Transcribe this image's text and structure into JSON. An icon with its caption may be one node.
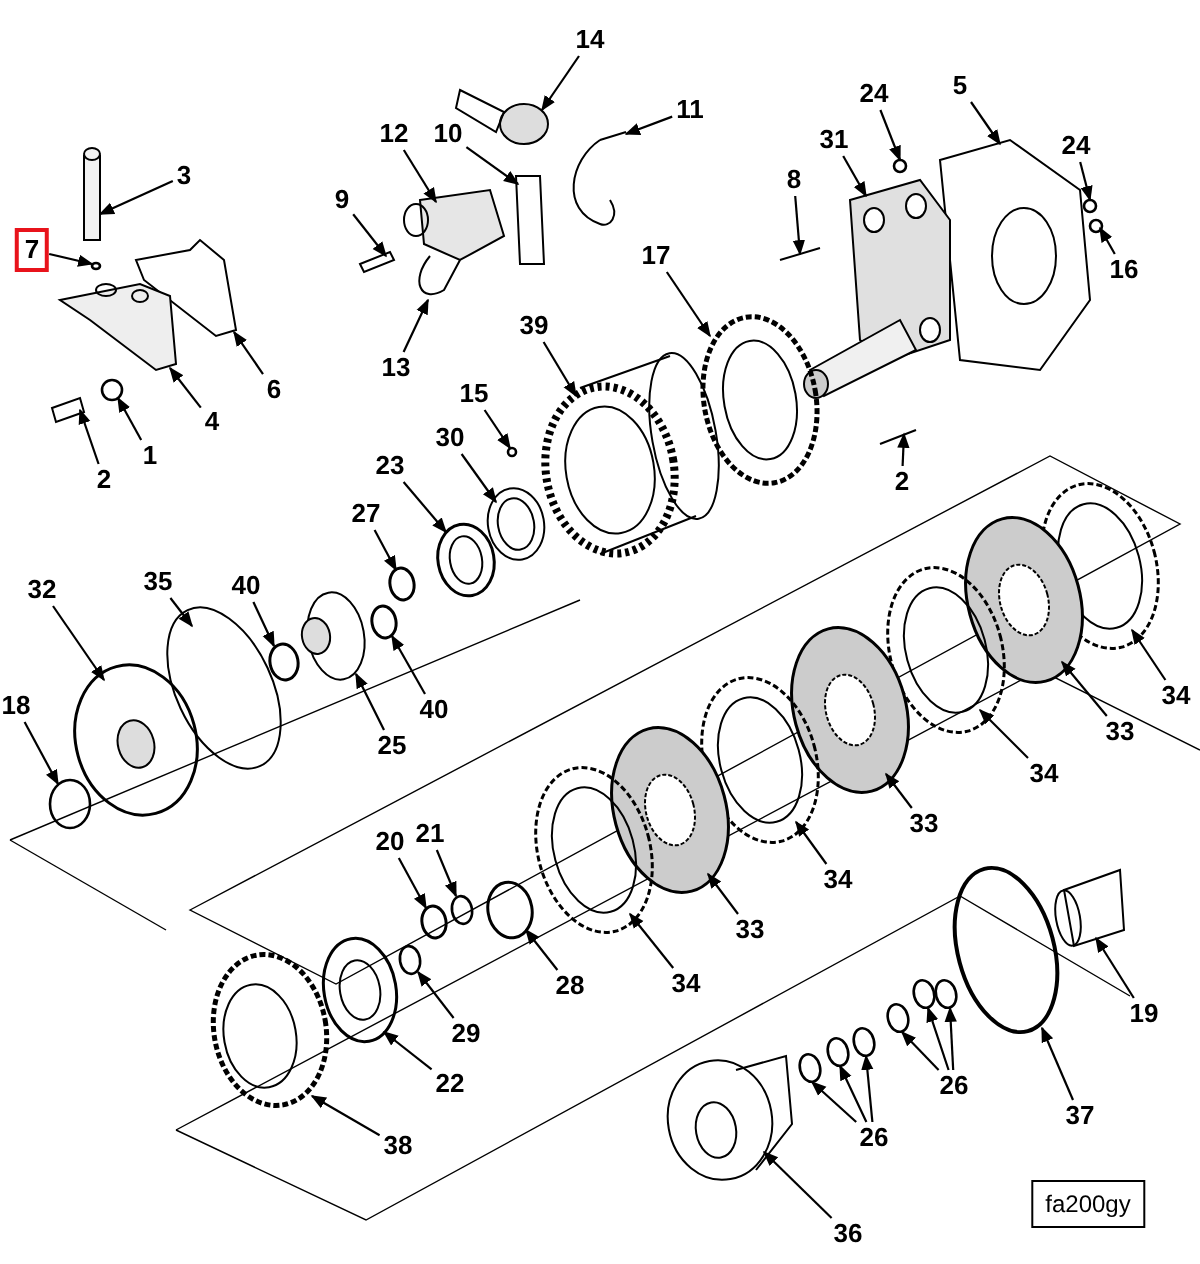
{
  "diagram": {
    "nodes": [
      {
        "text": [
          "14"
        ]
      },
      {
        "text": [
          "11"
        ]
      },
      {
        "text": [
          "12"
        ]
      },
      {
        "text": [
          "10"
        ]
      },
      {
        "text": [
          "9"
        ]
      },
      {
        "text": [
          "13"
        ]
      },
      {
        "text": [
          "3"
        ]
      },
      {
        "text": [
          "7"
        ]
      },
      {
        "text": [
          "6"
        ]
      },
      {
        "text": [
          "4"
        ]
      },
      {
        "text": [
          "1"
        ]
      },
      {
        "text": [
          "2"
        ]
      },
      {
        "text": [
          "24"
        ]
      },
      {
        "text": [
          "5"
        ]
      },
      {
        "text": [
          "31"
        ]
      },
      {
        "text": [
          "8"
        ]
      },
      {
        "text": [
          "24"
        ]
      },
      {
        "text": [
          "16"
        ]
      },
      {
        "text": [
          "17"
        ]
      },
      {
        "text": [
          "2"
        ]
      },
      {
        "text": [
          "39"
        ]
      },
      {
        "text": [
          "15"
        ]
      },
      {
        "text": [
          "30"
        ]
      },
      {
        "text": [
          "23"
        ]
      },
      {
        "text": [
          "27"
        ]
      },
      {
        "text": [
          "32"
        ]
      },
      {
        "text": [
          "35"
        ]
      },
      {
        "text": [
          "40"
        ]
      },
      {
        "text": [
          "25"
        ]
      },
      {
        "text": [
          "40"
        ]
      },
      {
        "text": [
          "18"
        ]
      },
      {
        "text": [
          "34"
        ]
      },
      {
        "text": [
          "33"
        ]
      },
      {
        "text": [
          "34"
        ]
      },
      {
        "text": [
          "33"
        ]
      },
      {
        "text": [
          "34"
        ]
      },
      {
        "text": [
          "33"
        ]
      },
      {
        "text": [
          "34"
        ]
      },
      {
        "text": [
          "20"
        ]
      },
      {
        "text": [
          "21"
        ]
      },
      {
        "text": [
          "28"
        ]
      },
      {
        "text": [
          "29"
        ]
      },
      {
        "text": [
          "22"
        ]
      },
      {
        "text": [
          "38"
        ]
      },
      {
        "text": [
          "19"
        ]
      },
      {
        "text": [
          "26"
        ]
      },
      {
        "text": [
          "26"
        ]
      },
      {
        "text": [
          "37"
        ]
      },
      {
        "text": [
          "36"
        ]
      },
      {
        "text": [
          "fa200gy"
        ]
      },
      {
        "text": [],
        "shape": "picture"
      },
      {
        "text": [],
        "shape": "picture"
      },
      {
        "text": [],
        "shape": "picture"
      },
      {
        "text": [],
        "shape": "picture"
      },
      {
        "text": [],
        "shape": "picture"
      },
      {
        "text": [],
        "shape": "picture"
      },
      {
        "text": [],
        "shape": "cylinder"
      },
      {
        "text": [],
        "shape": "circle"
      },
      {
        "text": [],
        "shape": "picture"
      },
      {
        "text": [],
        "shape": "picture"
      },
      {
        "text": [],
        "shape": "circle"
      },
      {
        "text": [],
        "shape": "picture"
      },
      {
        "text": [],
        "shape": "circle"
      },
      {
        "text": [],
        "shape": "picture"
      },
      {
        "text": [],
        "shape": "picture"
      },
      {
        "text": [],
        "shape": "picture"
      },
      {
        "text": [],
        "shape": "circle"
      },
      {
        "text": [],
        "shape": "circle"
      },
      {
        "text": [],
        "shape": "picture"
      },
      {
        "text": [],
        "shape": "picture"
      },
      {
        "text": [],
        "shape": "picture"
      },
      {
        "text": [],
        "shape": "circle"
      },
      {
        "text": [],
        "shape": "picture"
      },
      {
        "text": [],
        "shape": "picture"
      },
      {
        "text": [],
        "shape": "circle"
      },
      {
        "text": [],
        "shape": "picture"
      },
      {
        "text": [],
        "shape": "picture"
      },
      {
        "text": [],
        "shape": "circle"
      },
      {
        "text": [],
        "shape": "picture"
      },
      {
        "text": [],
        "shape": "circle"
      },
      {
        "text": [],
        "shape": "circle"
      },
      {
        "text": [],
        "shape": "picture"
      },
      {
        "text": [],
        "shape": "picture"
      },
      {
        "text": [],
        "shape": "picture"
      },
      {
        "text": [],
        "shape": "picture"
      },
      {
        "text": [],
        "shape": "picture"
      },
      {
        "text": [],
        "shape": "picture"
      },
      {
        "text": [],
        "shape": "picture"
      },
      {
        "text": [],
        "shape": "circle"
      },
      {
        "text": [],
        "shape": "circle"
      },
      {
        "text": [],
        "shape": "circle"
      },
      {
        "text": [],
        "shape": "circle"
      },
      {
        "text": [],
        "shape": "picture"
      },
      {
        "text": [],
        "shape": "picture"
      },
      {
        "text": [],
        "shape": "picture"
      },
      {
        "text": [],
        "shape": "circle"
      },
      {
        "text": [],
        "shape": "circle"
      },
      {
        "text": [],
        "shape": "circle"
      },
      {
        "text": [],
        "shape": "circle"
      },
      {
        "text": [],
        "shape": "circle"
      },
      {
        "text": [],
        "shape": "circle"
      },
      {
        "text": [],
        "shape": "circle"
      },
      {
        "text": [],
        "shape": "picture"
      }
    ],
    "edges": [
      {
        "from": 0,
        "to": 50,
        "arrow": "to"
      },
      {
        "from": 1,
        "to": 51,
        "arrow": "to"
      },
      {
        "from": 2,
        "to": 52,
        "arrow": "to"
      },
      {
        "from": 3,
        "to": 53,
        "arrow": "to"
      },
      {
        "from": 4,
        "to": 54,
        "arrow": "to"
      },
      {
        "from": 5,
        "to": 55,
        "arrow": "to"
      },
      {
        "from": 6,
        "to": 56,
        "arrow": "to"
      },
      {
        "from": 7,
        "to": 57,
        "arrow": "to"
      },
      {
        "from": 8,
        "to": 58,
        "arrow": "to"
      },
      {
        "from": 9,
        "to": 59,
        "arrow": "to"
      },
      {
        "from": 10,
        "to": 60,
        "arrow": "to"
      },
      {
        "from": 11,
        "to": 61,
        "arrow": "to"
      },
      {
        "from": 12,
        "to": 62,
        "arrow": "to"
      },
      {
        "from": 13,
        "to": 63,
        "arrow": "to"
      },
      {
        "from": 14,
        "to": 64,
        "arrow": "to"
      },
      {
        "from": 15,
        "to": 65,
        "arrow": "to"
      },
      {
        "from": 16,
        "to": 66,
        "arrow": "to"
      },
      {
        "from": 17,
        "to": 67,
        "arrow": "to"
      },
      {
        "from": 18,
        "to": 68,
        "arrow": "to"
      },
      {
        "from": 19,
        "to": 69,
        "arrow": "to"
      },
      {
        "from": 20,
        "to": 70,
        "arrow": "to"
      },
      {
        "from": 21,
        "to": 71,
        "arrow": "to"
      },
      {
        "from": 22,
        "to": 72,
        "arrow": "to"
      },
      {
        "from": 23,
        "to": 73,
        "arrow": "to"
      },
      {
        "from": 24,
        "to": 74,
        "arrow": "to"
      },
      {
        "from": 25,
        "to": 75,
        "arrow": "to"
      },
      {
        "from": 26,
        "to": 76,
        "arrow": "to"
      },
      {
        "from": 27,
        "to": 77,
        "arrow": "to"
      },
      {
        "from": 28,
        "to": 78,
        "arrow": "to"
      },
      {
        "from": 29,
        "to": 79,
        "arrow": "to"
      },
      {
        "from": 30,
        "to": 80,
        "arrow": "to"
      },
      {
        "from": 31,
        "to": 81,
        "arrow": "to"
      },
      {
        "from": 32,
        "to": 82,
        "arrow": "to"
      },
      {
        "from": 33,
        "to": 83,
        "arrow": "to"
      },
      {
        "from": 34,
        "to": 84,
        "arrow": "to"
      },
      {
        "from": 35,
        "to": 85,
        "arrow": "to"
      },
      {
        "from": 36,
        "to": 86,
        "arrow": "to"
      },
      {
        "from": 37,
        "to": 87,
        "arrow": "to"
      },
      {
        "from": 38,
        "to": 88,
        "arrow": "to"
      },
      {
        "from": 39,
        "to": 89,
        "arrow": "to"
      },
      {
        "from": 40,
        "to": 90,
        "arrow": "to"
      },
      {
        "from": 41,
        "to": 91,
        "arrow": "to"
      },
      {
        "from": 42,
        "to": 92,
        "arrow": "to"
      },
      {
        "from": 43,
        "to": 93,
        "arrow": "to"
      },
      {
        "from": 44,
        "to": 94,
        "arrow": "to"
      },
      {
        "from": 45,
        "to": 95,
        "arrow": "to"
      },
      {
        "from": 45,
        "to": 96,
        "arrow": "to"
      },
      {
        "from": 45,
        "to": 97,
        "arrow": "to"
      },
      {
        "from": 46,
        "to": 98,
        "arrow": "to"
      },
      {
        "from": 46,
        "to": 99,
        "arrow": "to"
      },
      {
        "from": 46,
        "to": 100,
        "arrow": "to"
      },
      {
        "from": 47,
        "to": 101,
        "arrow": "to"
      },
      {
        "from": 48,
        "to": 102,
        "arrow": "to"
      }
    ]
  }
}
